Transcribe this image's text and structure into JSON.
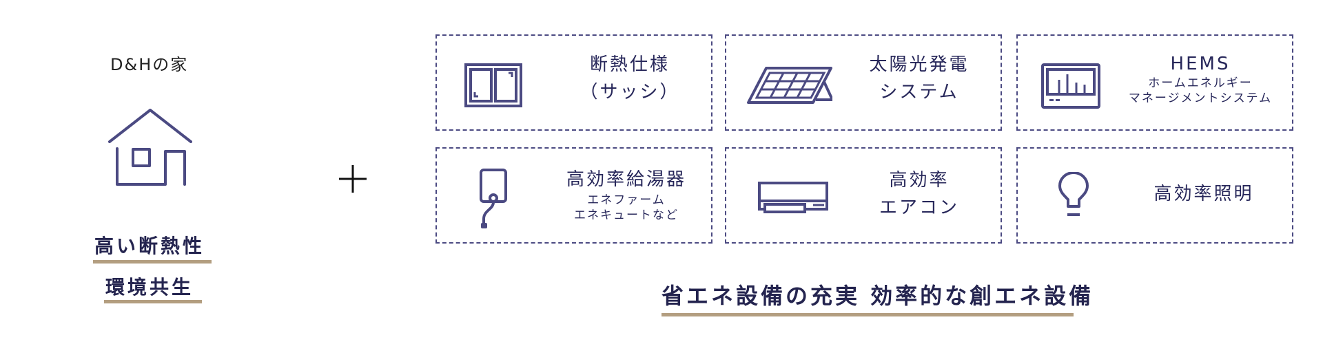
{
  "left": {
    "title": "D&Hの家",
    "icon": "house-icon",
    "features": [
      "高い断熱性",
      "環境共生"
    ]
  },
  "connector": {
    "icon": "plus-icon"
  },
  "cards": [
    {
      "icon": "window-sash-icon",
      "title": "断熱仕様",
      "title2": "（サッシ）"
    },
    {
      "icon": "solar-panel-icon",
      "title": "太陽光発電",
      "title2": "システム"
    },
    {
      "icon": "hems-monitor-icon",
      "title": "HEMS",
      "sub1": "ホームエネルギー",
      "sub2": "マネージメントシステム"
    },
    {
      "icon": "water-heater-icon",
      "title": "高効率給湯器",
      "sub1": "エネファーム",
      "sub2": "エネキュートなど"
    },
    {
      "icon": "air-conditioner-icon",
      "title": "高効率",
      "title2": "エアコン"
    },
    {
      "icon": "light-bulb-icon",
      "title": "高効率照明"
    }
  ],
  "bottom": {
    "title": "省エネ設備の充実 効率的な創エネ設備"
  },
  "colors": {
    "accent": "#4b4a82",
    "text": "#24244f",
    "underline": "#b39e80"
  }
}
